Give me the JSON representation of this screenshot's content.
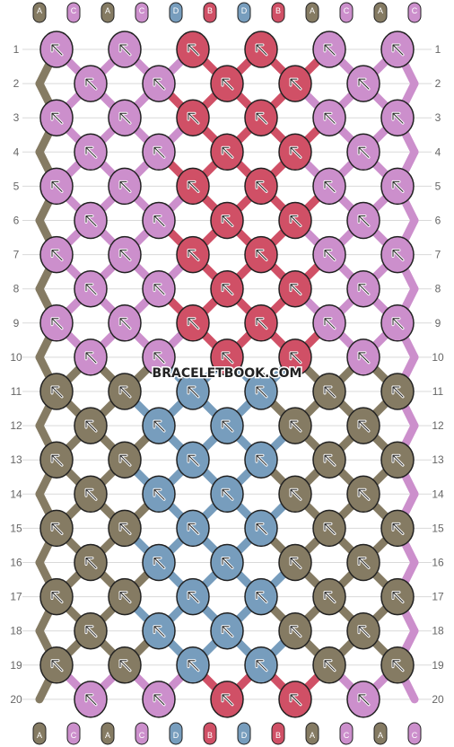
{
  "colors": {
    "A": "#857b63",
    "B": "#d05066",
    "C": "#cc8fcc",
    "D": "#779dbd"
  },
  "watermark": "BRACELETBOOK.COM",
  "strands_top": [
    "A",
    "C",
    "A",
    "C",
    "D",
    "B",
    "D",
    "B",
    "A",
    "C",
    "A",
    "C"
  ],
  "strands_bottom": [
    "A",
    "C",
    "A",
    "C",
    "D",
    "B",
    "D",
    "B",
    "A",
    "C",
    "A",
    "C"
  ],
  "rows": [
    {
      "label": "1",
      "knots": [
        "C",
        "C",
        "B",
        "B",
        "C",
        "C"
      ]
    },
    {
      "label": "2",
      "knots": [
        "C",
        "C",
        "B",
        "B",
        "C"
      ]
    },
    {
      "label": "3",
      "knots": [
        "C",
        "C",
        "B",
        "B",
        "C",
        "C"
      ]
    },
    {
      "label": "4",
      "knots": [
        "C",
        "C",
        "B",
        "B",
        "C"
      ]
    },
    {
      "label": "5",
      "knots": [
        "C",
        "C",
        "B",
        "B",
        "C",
        "C"
      ]
    },
    {
      "label": "6",
      "knots": [
        "C",
        "C",
        "B",
        "B",
        "C"
      ]
    },
    {
      "label": "7",
      "knots": [
        "C",
        "C",
        "B",
        "B",
        "C",
        "C"
      ]
    },
    {
      "label": "8",
      "knots": [
        "C",
        "C",
        "B",
        "B",
        "C"
      ]
    },
    {
      "label": "9",
      "knots": [
        "C",
        "C",
        "B",
        "B",
        "C",
        "C"
      ]
    },
    {
      "label": "10",
      "knots": [
        "C",
        "C",
        "B",
        "B",
        "C"
      ]
    },
    {
      "label": "11",
      "knots": [
        "A",
        "A",
        "D",
        "D",
        "A",
        "A"
      ]
    },
    {
      "label": "12",
      "knots": [
        "A",
        "D",
        "D",
        "A",
        "A"
      ]
    },
    {
      "label": "13",
      "knots": [
        "A",
        "A",
        "D",
        "D",
        "A",
        "A"
      ]
    },
    {
      "label": "14",
      "knots": [
        "A",
        "D",
        "D",
        "A",
        "A"
      ]
    },
    {
      "label": "15",
      "knots": [
        "A",
        "A",
        "D",
        "D",
        "A",
        "A"
      ]
    },
    {
      "label": "16",
      "knots": [
        "A",
        "D",
        "D",
        "A",
        "A"
      ]
    },
    {
      "label": "17",
      "knots": [
        "A",
        "A",
        "D",
        "D",
        "A",
        "A"
      ]
    },
    {
      "label": "18",
      "knots": [
        "A",
        "D",
        "D",
        "A",
        "A"
      ]
    },
    {
      "label": "19",
      "knots": [
        "A",
        "A",
        "D",
        "D",
        "A",
        "A"
      ]
    },
    {
      "label": "20",
      "knots": [
        "C",
        "C",
        "B",
        "B",
        "C"
      ]
    }
  ]
}
